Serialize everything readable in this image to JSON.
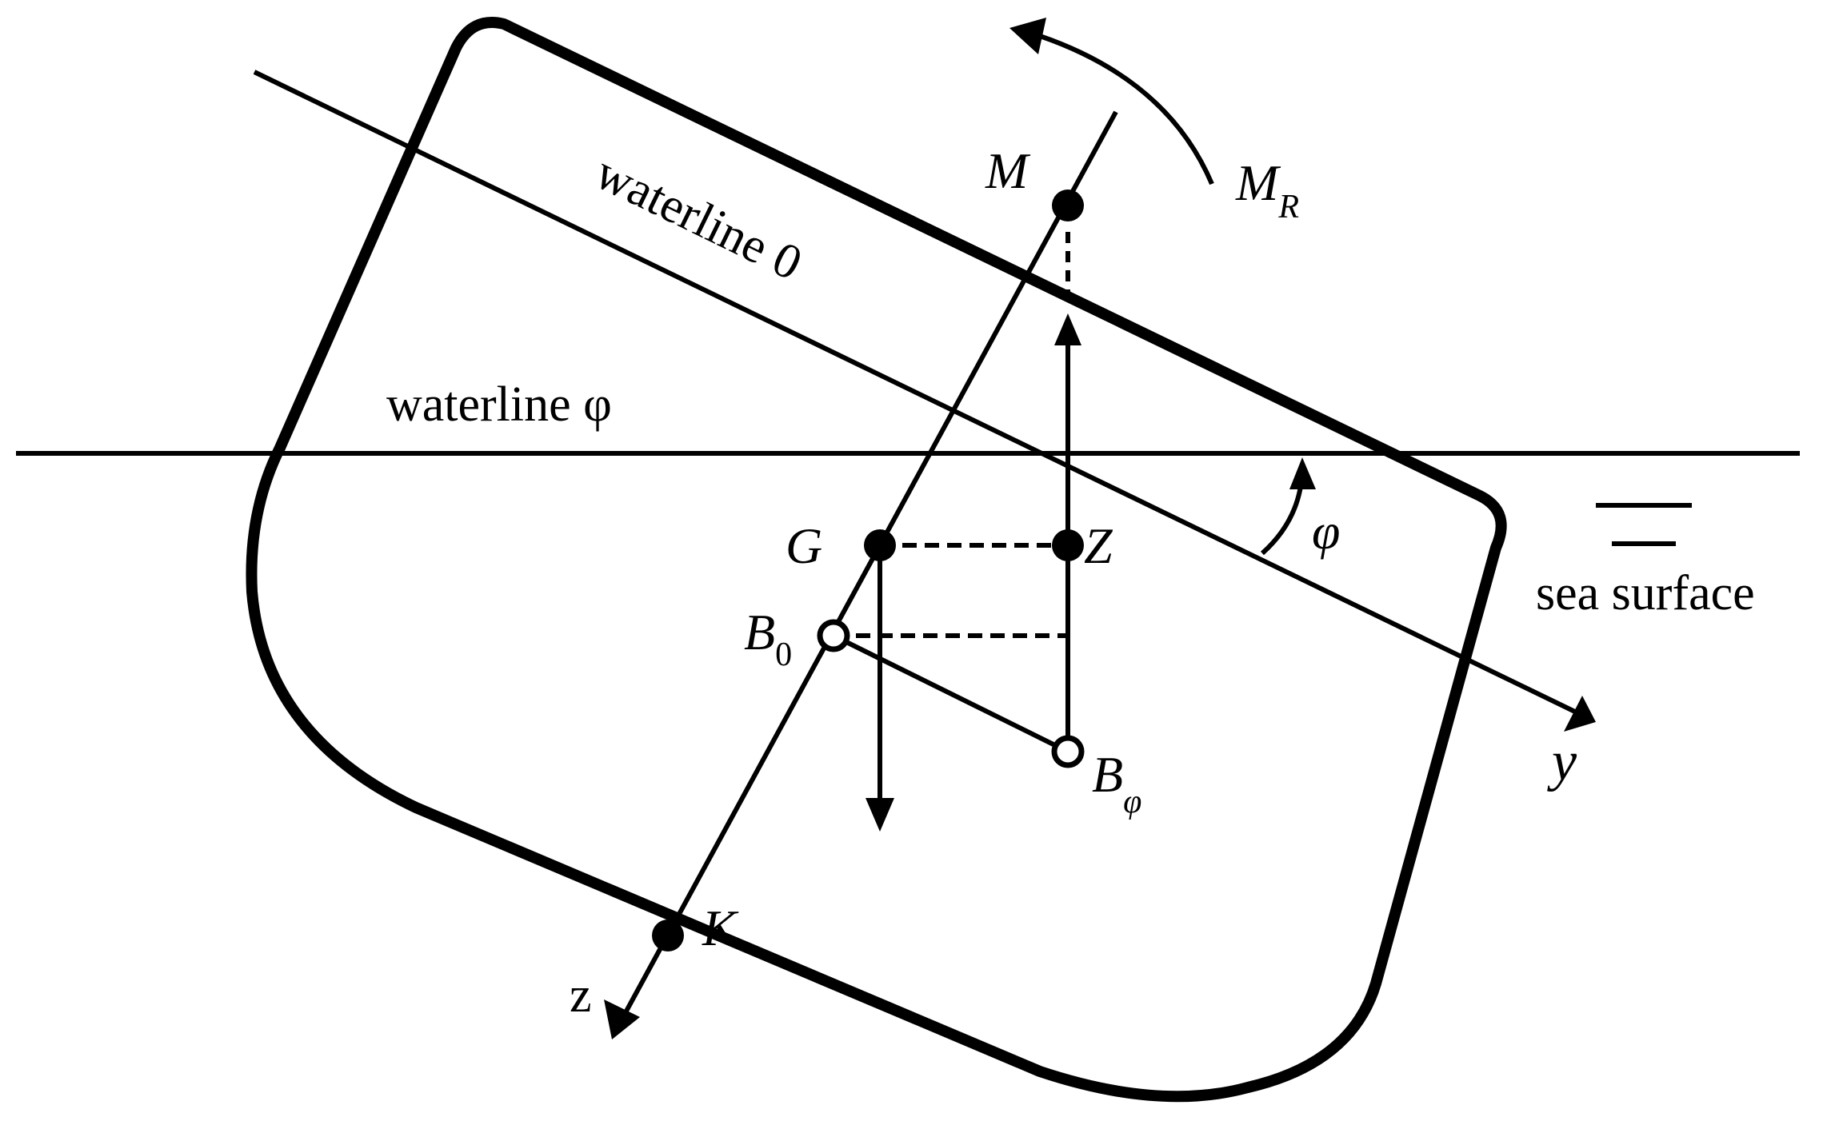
{
  "diagram": {
    "labels": {
      "waterline_0": "waterline 0",
      "waterline_phi": "waterline φ",
      "sea_surface": "sea surface",
      "angle_phi": "φ",
      "point_M": "M",
      "moment_M": "M",
      "moment_R_subscript": "R",
      "point_G": "G",
      "point_Z": "Z",
      "point_B0": "B",
      "point_B0_subscript": "0",
      "point_Bphi": "B",
      "point_Bphi_subscript": "φ",
      "point_K": "K",
      "axis_y": "y",
      "axis_z": "z"
    },
    "colors": {
      "stroke": "#000000",
      "background": "#ffffff"
    }
  }
}
